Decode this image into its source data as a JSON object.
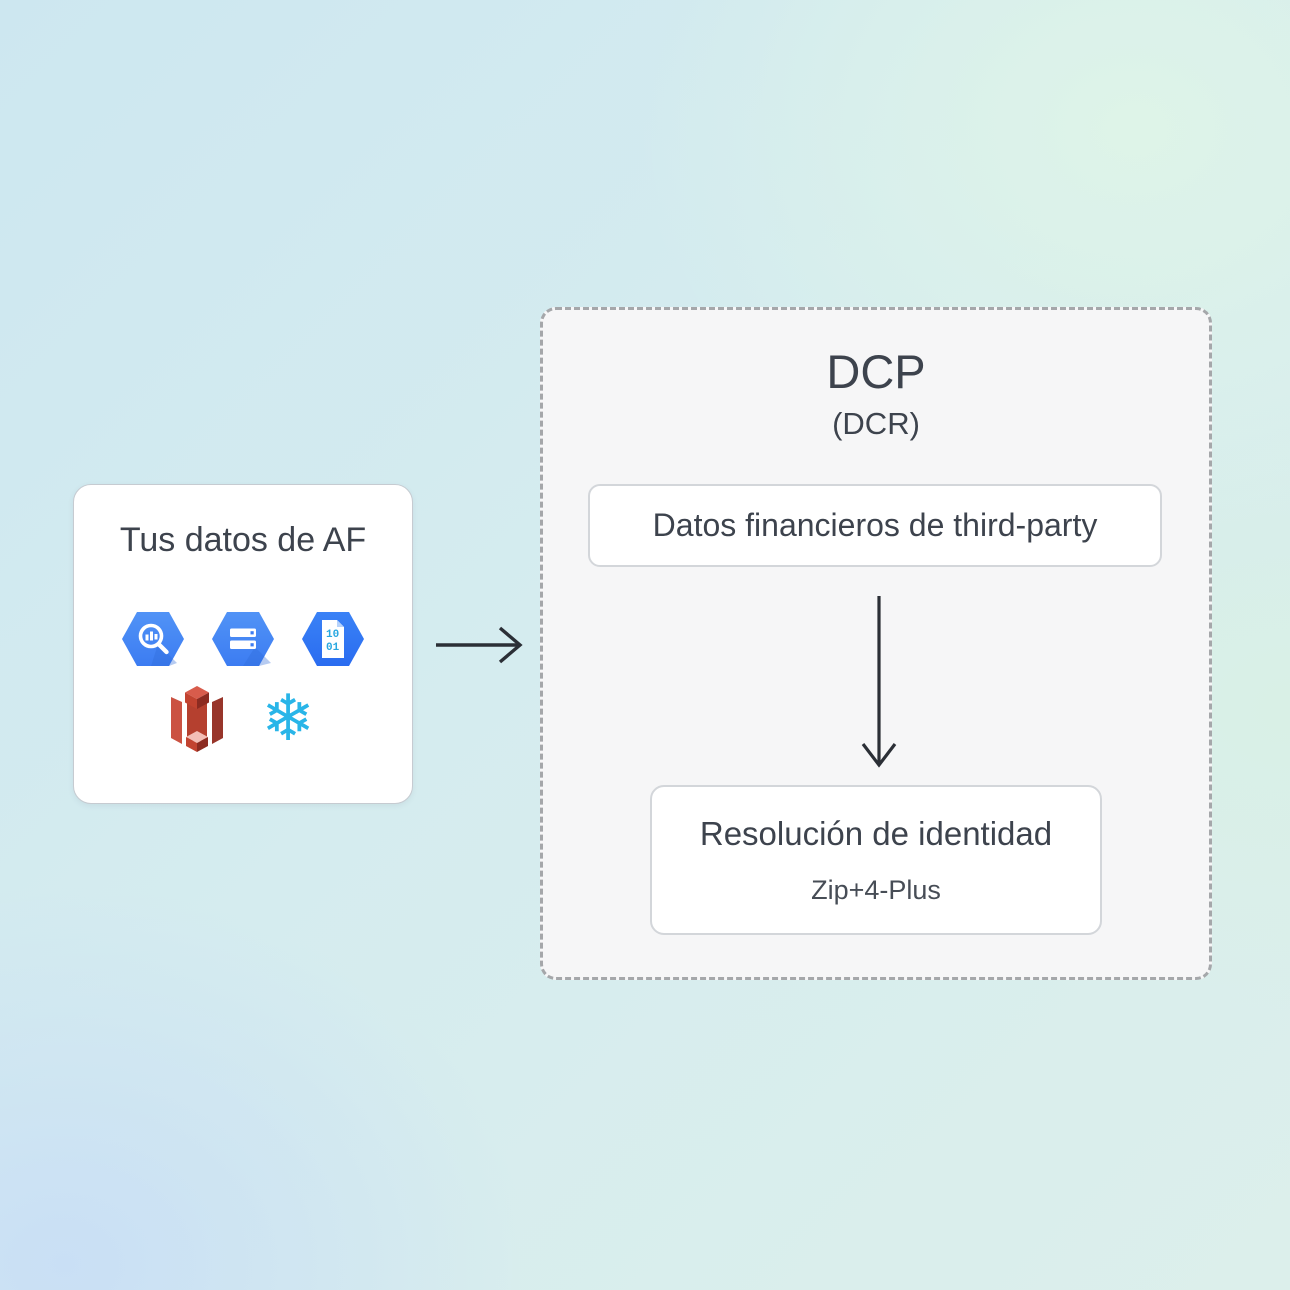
{
  "diagram": {
    "source_card": {
      "title": "Tus datos de AF",
      "icons": [
        {
          "name": "bigquery-icon"
        },
        {
          "name": "cloud-storage-icon"
        },
        {
          "name": "binary-data-file-icon",
          "line1": "10",
          "line2": "01"
        },
        {
          "name": "s3-bucket-icon"
        },
        {
          "name": "snowflake-icon",
          "glyph": "❄"
        }
      ]
    },
    "flow_arrow": "source-to-dcp",
    "dcp_panel": {
      "title": "DCP",
      "subtitle": "(DCR)",
      "financial_data_box": {
        "label": "Datos financieros de third-party"
      },
      "identity_box": {
        "title": "Resolución de identidad",
        "subtitle": "Zip+4-Plus"
      }
    },
    "colors": {
      "background_blue": "#cde7f0",
      "background_mint": "#def4e8",
      "background_periwinkle": "#c9dff5",
      "panel_fill": "#f6f6f7",
      "panel_dashed_border": "#a5a7aa",
      "card_fill": "#ffffff",
      "box_border": "#d3d6da",
      "text_dark": "#3d434d",
      "arrow_dark": "#2b2f36",
      "gcp_blue": "#4285f4",
      "binary_text_blue": "#29a8e0",
      "snowflake_blue": "#29b5e8",
      "s3_red": "#b5402f"
    }
  }
}
